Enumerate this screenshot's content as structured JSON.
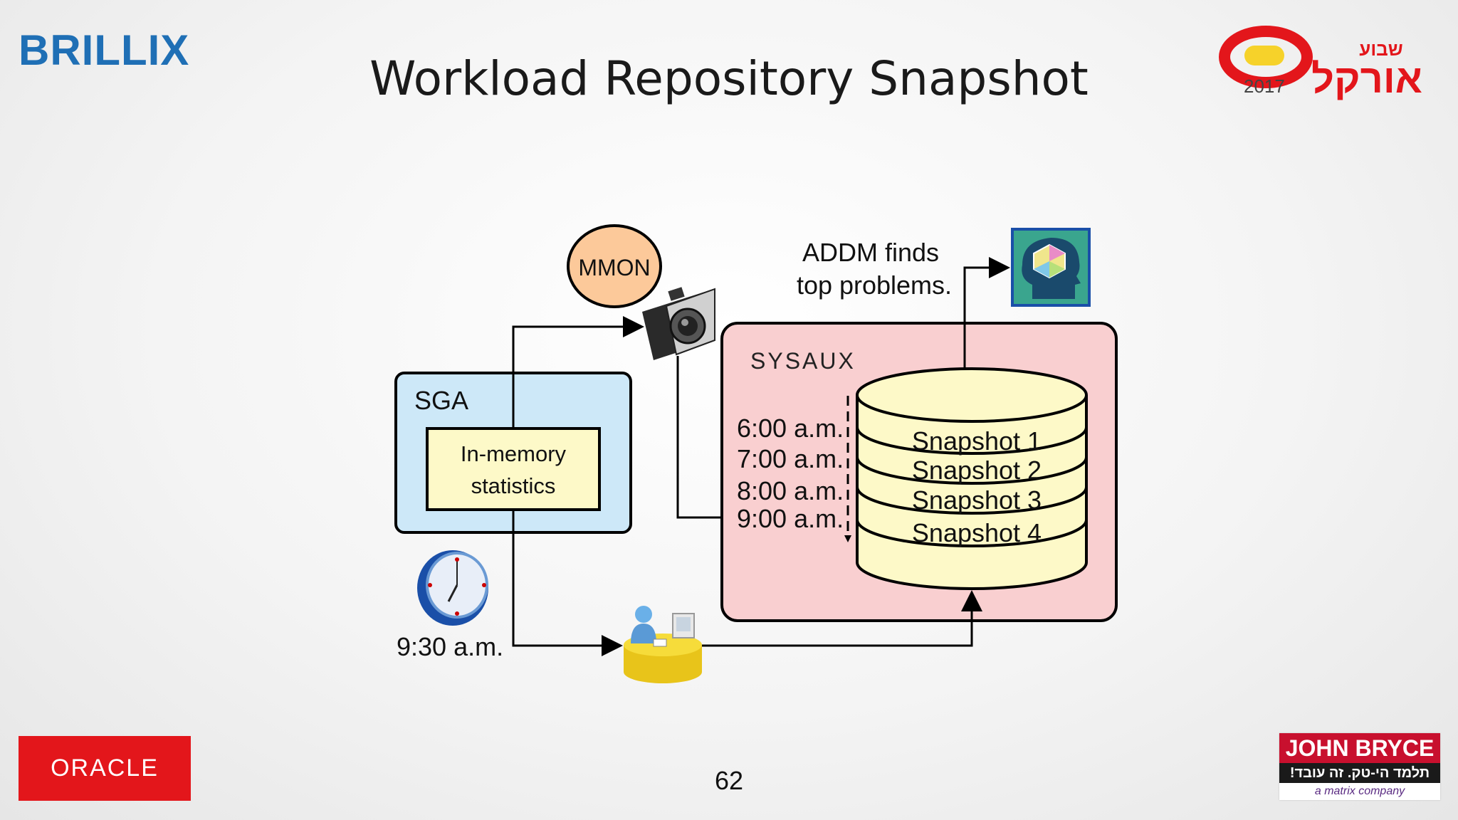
{
  "brand": {
    "left_logo": "BRILLIX",
    "footer_logo": "ORACLE"
  },
  "event_logo": {
    "year": "2017",
    "hebrew_top": "שבוע",
    "hebrew_main": "אורקל"
  },
  "sponsor": {
    "name": "JOHN BRYCE",
    "tagline": "תלמד הי-טק. זה עובד!",
    "parent": "a matrix company"
  },
  "slide": {
    "title": "Workload Repository Snapshot",
    "page_number": "62"
  },
  "diagram": {
    "mmon_label": "MMON",
    "sga_label": "SGA",
    "inmemory_line1": "In-memory",
    "inmemory_line2": "statistics",
    "sysaux_label": "SYSAUX",
    "times": [
      "6:00 a.m.",
      "7:00 a.m.",
      "8:00 a.m.",
      "9:00 a.m."
    ],
    "snapshots": [
      "Snapshot 1",
      "Snapshot 2",
      "Snapshot 3",
      "Snapshot 4"
    ],
    "addm_line1": "ADDM finds",
    "addm_line2": "top problems.",
    "clock_time": "9:30 a.m."
  },
  "colors": {
    "sga_fill": "#cde8f8",
    "inmemory_fill": "#fdf9c8",
    "sysaux_fill": "#f9cfd0",
    "mmon_fill": "#fcc99a",
    "cylinder_fill": "#fdf9c8",
    "brand_blue": "#1f6fb5",
    "brand_red": "#e3161b"
  }
}
